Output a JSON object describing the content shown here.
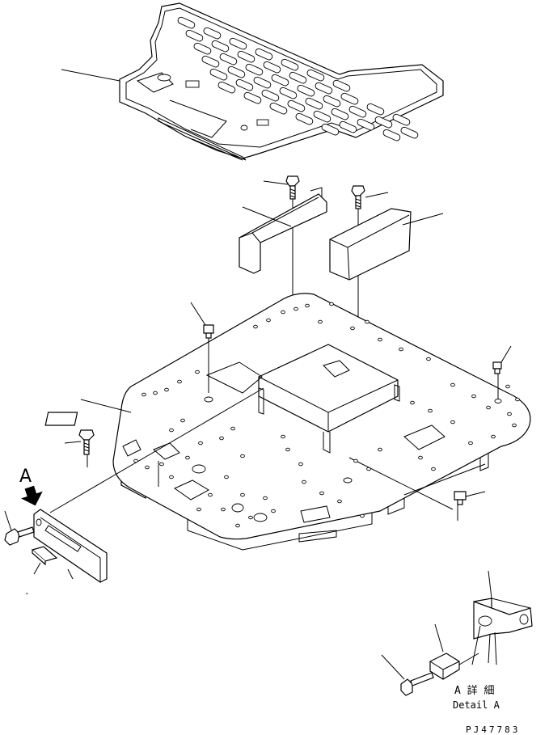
{
  "view_letter": "A",
  "detail_jp": "A 詳 細",
  "detail_en": "Detail A",
  "drawing_code": "PJ47783",
  "dash_mark": "-"
}
